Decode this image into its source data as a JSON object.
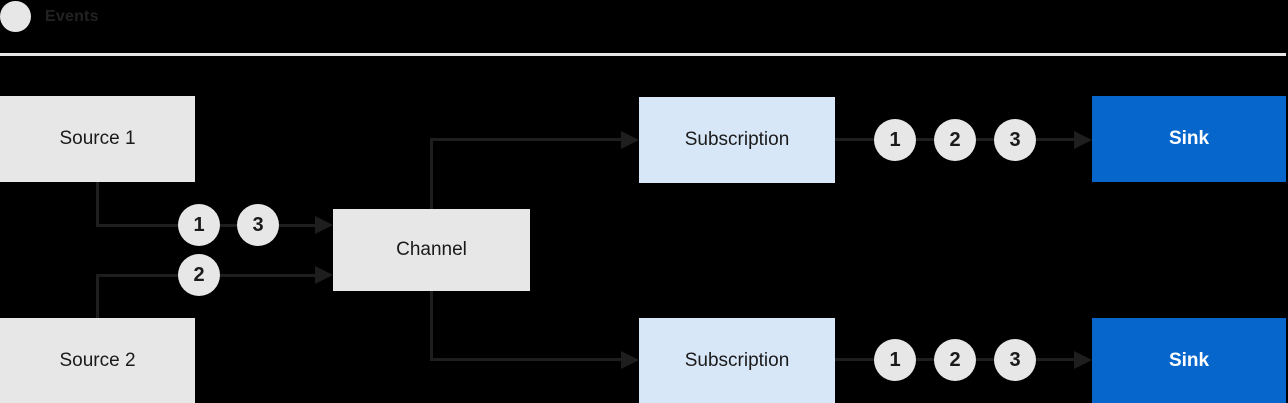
{
  "legend": {
    "label": "Events"
  },
  "nodes": {
    "source1": "Source 1",
    "source2": "Source 2",
    "channel": "Channel",
    "subscription_top": "Subscription",
    "subscription_bottom": "Subscription",
    "sink_top": "Sink",
    "sink_bottom": "Sink"
  },
  "badges": {
    "source1_to_channel": [
      "1",
      "3"
    ],
    "source2_to_channel": [
      "2"
    ],
    "subscription_top_to_sink": [
      "1",
      "2",
      "3"
    ],
    "subscription_bottom_to_sink": [
      "1",
      "2",
      "3"
    ]
  },
  "colors": {
    "background": "#000000",
    "node_gray": "#e7e7e7",
    "subscription_blue": "#d8e7f8",
    "sink_blue": "#0666cc",
    "event_circle_gray": "#e7e7e7",
    "connector": "#1e1e1e",
    "text_dark": "#1a1a1a",
    "text_light": "#ffffff",
    "divider": "#e6e6e6"
  }
}
